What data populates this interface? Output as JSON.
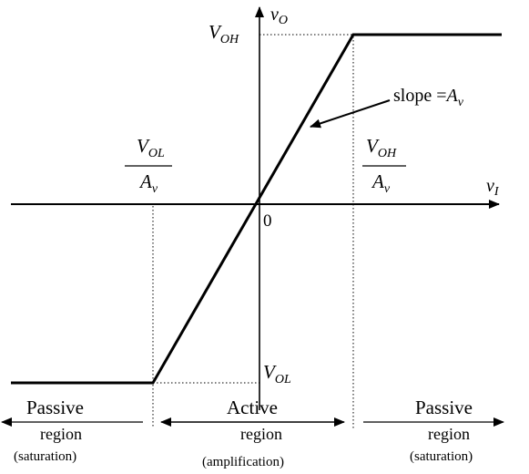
{
  "axes": {
    "y_axis_label": "vO",
    "x_axis_label": "vI",
    "origin_label": "0"
  },
  "levels": {
    "voh_label": "VOH",
    "vol_label": "VOL",
    "breakpoint_left": {
      "numerator": "VOL",
      "denominator": "Av"
    },
    "breakpoint_right": {
      "numerator": "VOH",
      "denominator": "Av"
    }
  },
  "slope_annotation": {
    "prefix": "slope =",
    "symbol": "Av"
  },
  "regions": {
    "left": {
      "title": "Passive",
      "line2": "region",
      "line3": "(saturation)"
    },
    "middle": {
      "title": "Active",
      "line2": "region",
      "line3": "(amplification)"
    },
    "right": {
      "title": "Passive",
      "line2": "region",
      "line3": "(saturation)"
    }
  },
  "colors": {
    "line": "#000000",
    "background": "#ffffff"
  }
}
